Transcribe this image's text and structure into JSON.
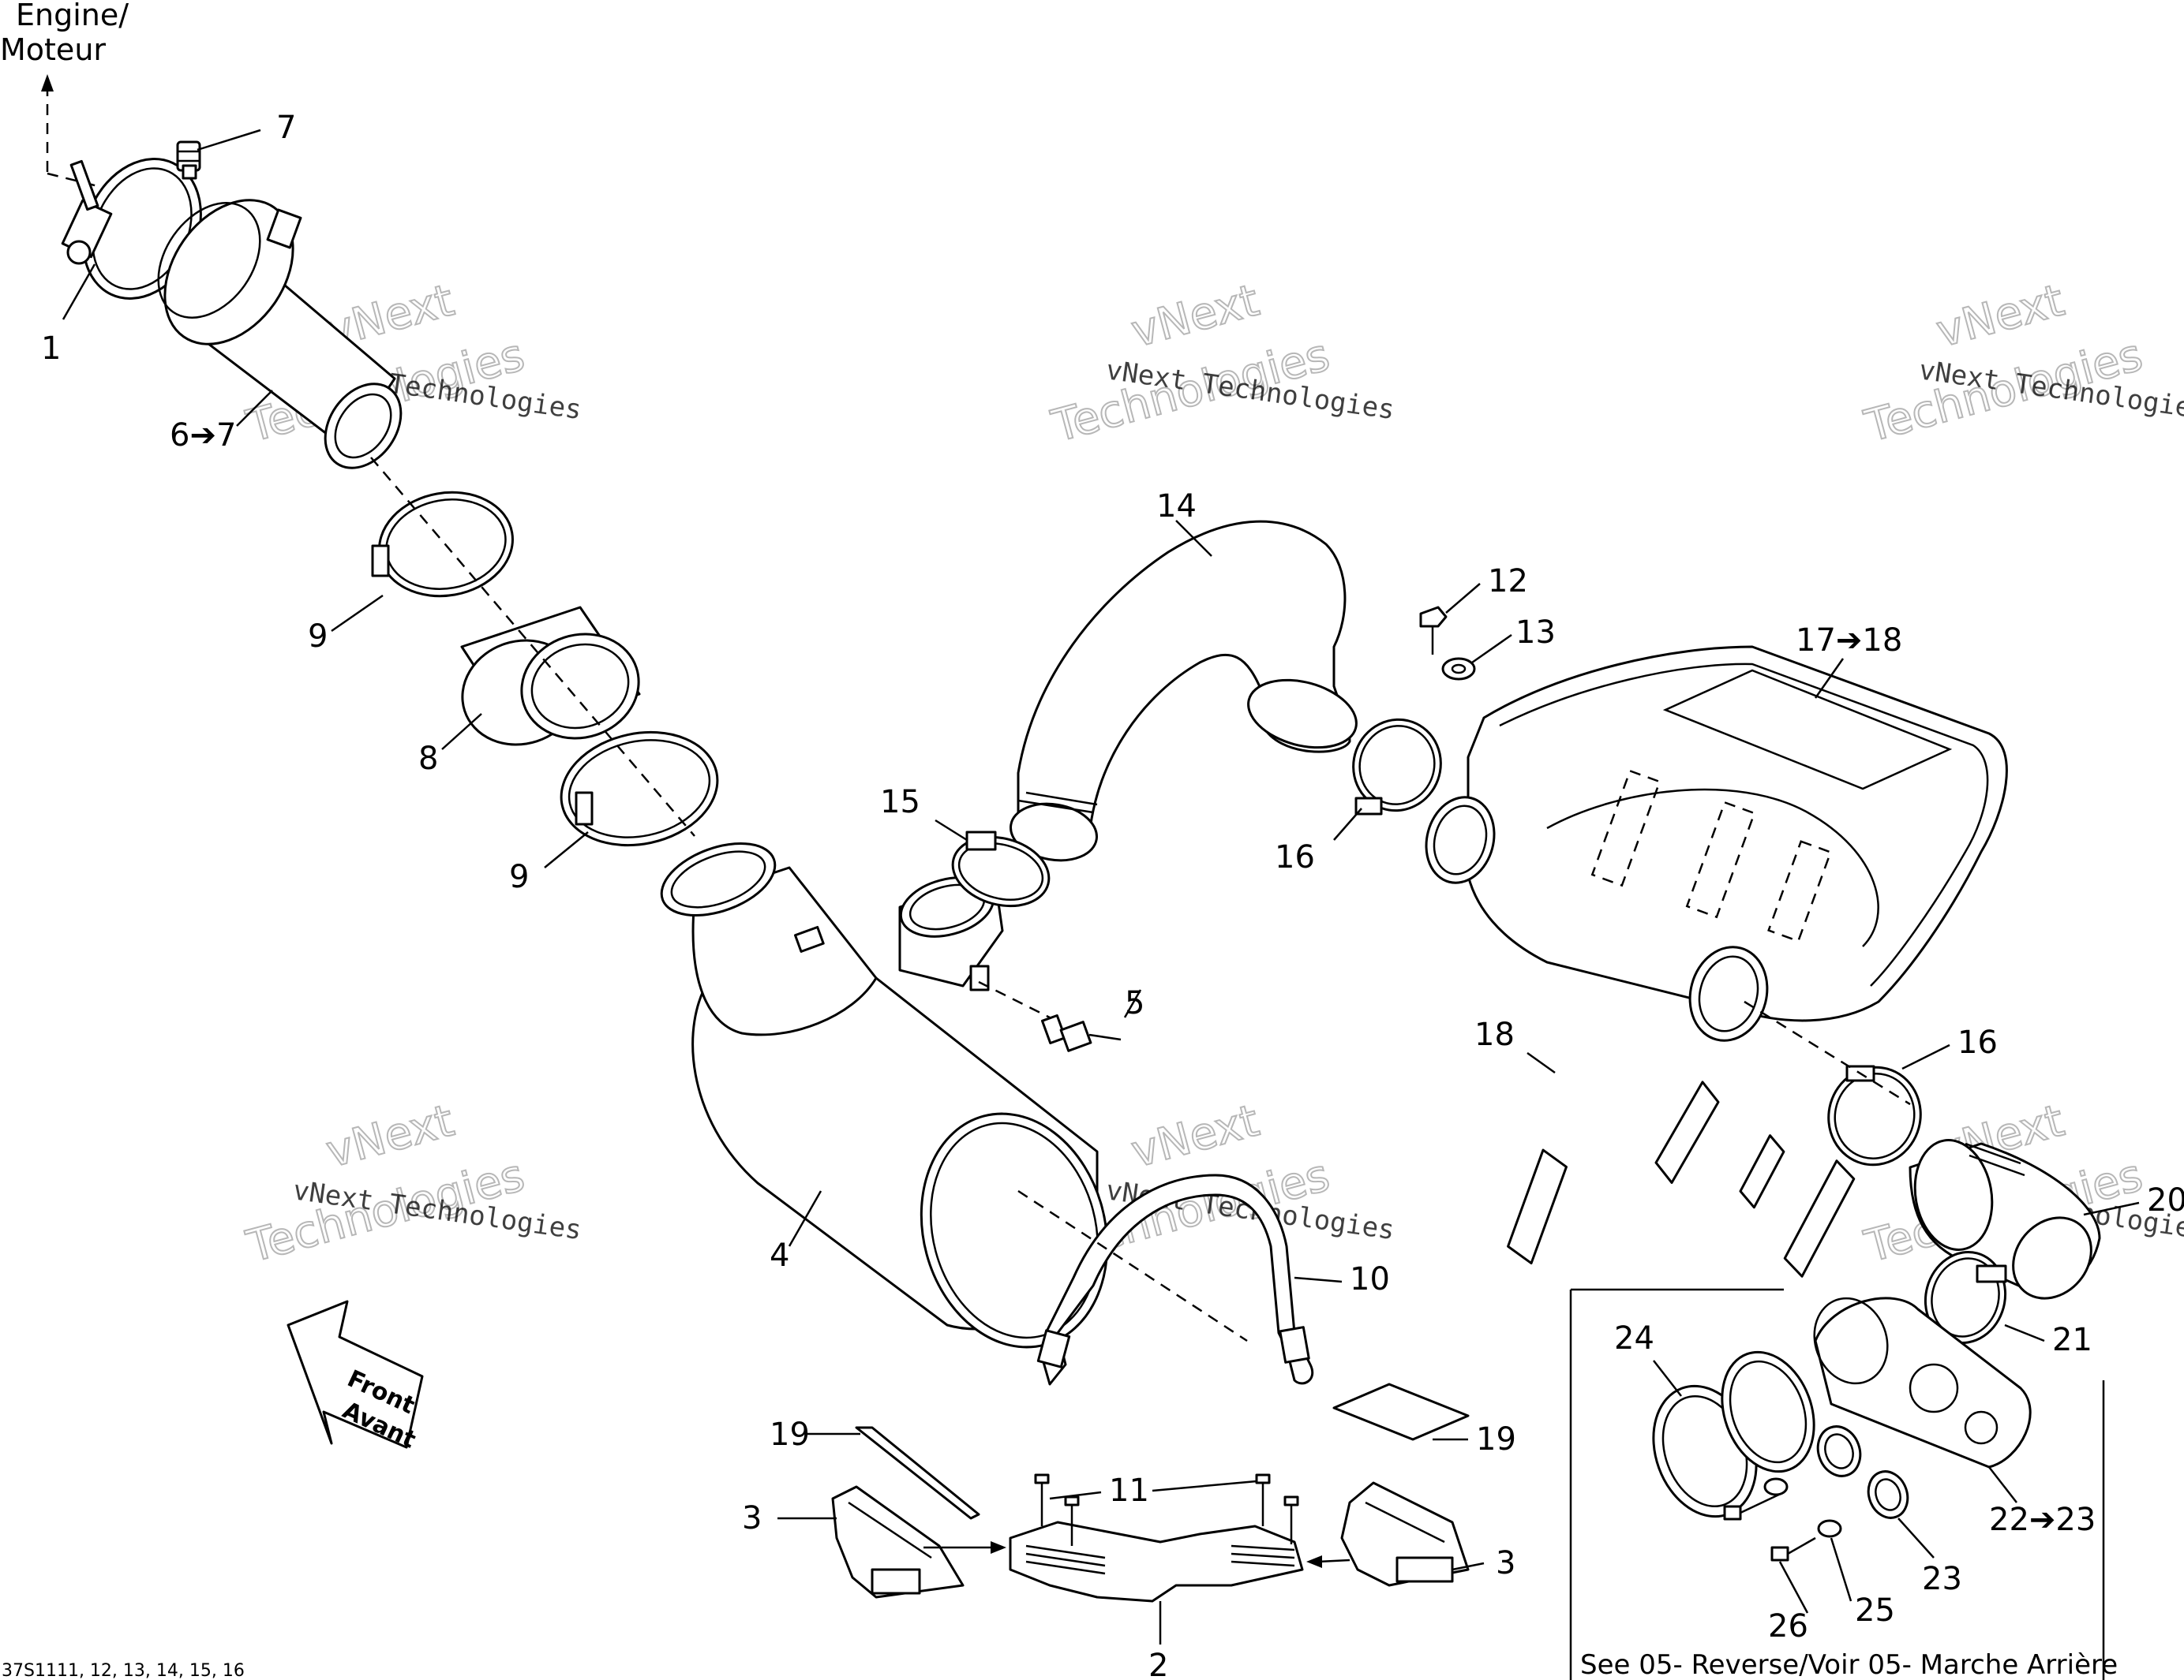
{
  "engine_label": {
    "line1": "Engine/",
    "line2": "Moteur"
  },
  "callouts": {
    "c1": "1",
    "c2": "2",
    "c3a": "3",
    "c3b": "3",
    "c4": "4",
    "c5": "5",
    "c6": "6➔7",
    "c7": "7",
    "c8": "8",
    "c9a": "9",
    "c9b": "9",
    "c10": "10",
    "c11": "11",
    "c12": "12",
    "c13": "13",
    "c14": "14",
    "c15": "15",
    "c16a": "16",
    "c16b": "16",
    "c17": "17➔18",
    "c18": "18",
    "c19a": "19",
    "c19b": "19",
    "c20": "20",
    "c21": "21",
    "c22": "22➔23",
    "c23": "23",
    "c24": "24",
    "c25": "25",
    "c26": "26"
  },
  "front_label": {
    "line1": "Front",
    "line2": "Avant"
  },
  "watermark": {
    "small": "vNext Technologies",
    "big1": "vNext",
    "big2": "Technologies"
  },
  "inset_note": "See 05- Reverse/Voir 05- Marche Arrière",
  "figure_code": "37S1111, 12, 13, 14, 15, 16"
}
